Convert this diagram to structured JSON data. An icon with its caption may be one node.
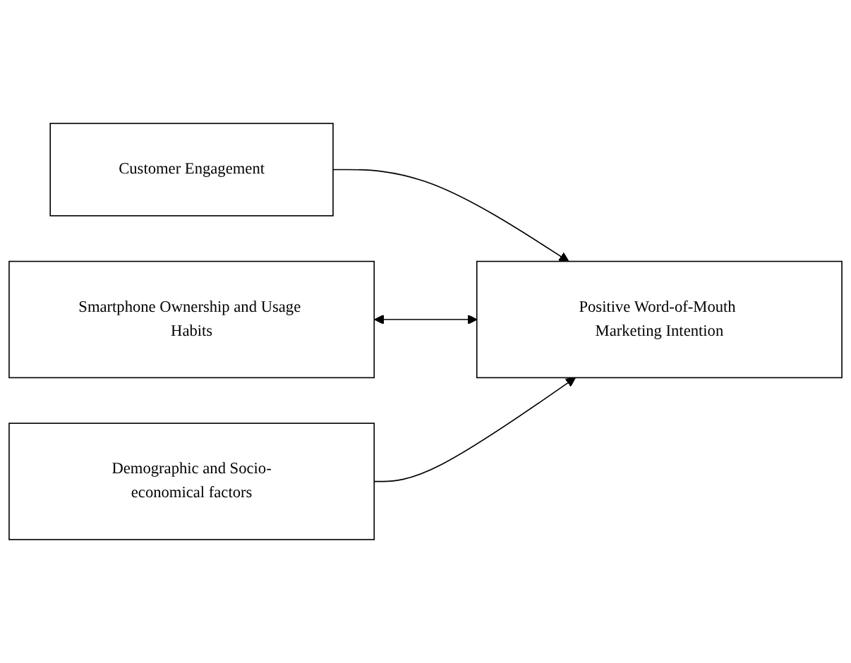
{
  "diagram": {
    "nodes": [
      {
        "text": [
          "Customer Engagement"
        ]
      },
      {
        "text": [
          "Smartphone Ownership and Usage Habits"
        ]
      },
      {
        "text": [
          "Demographic and Socio-economical factors"
        ]
      },
      {
        "text": [
          "Positive Word-of-Mouth Marketing Intention"
        ]
      }
    ],
    "edges": [
      {
        "from": 0,
        "to": 3,
        "arrow": "to"
      },
      {
        "from": 1,
        "to": 3,
        "arrow": "both"
      },
      {
        "from": 2,
        "to": 3,
        "arrow": "to"
      }
    ]
  }
}
